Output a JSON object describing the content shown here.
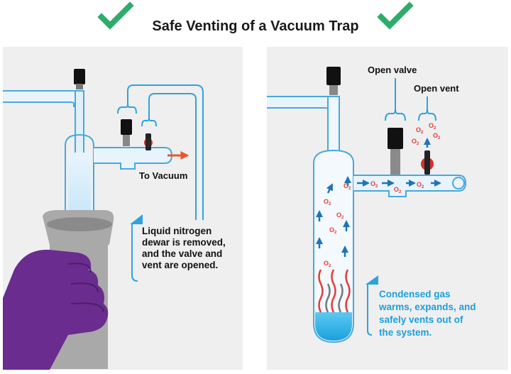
{
  "title": "Safe Venting of a Vacuum Trap",
  "icons": [
    "checkmark-icon",
    "checkmark-icon"
  ],
  "colors": {
    "check_green": "#2dac6a",
    "panel_bg": "#efefef",
    "glass_outline": "#4aa8dc",
    "glass_fill": "#e8f4fc",
    "callout_blue": "#2ea3de",
    "liquid_blue": "#2bb3ee",
    "gas_red": "#e23b3b",
    "arrow_blue": "#1f73b9",
    "arrow_orange": "#e8582b",
    "glove_purple": "#6a2c8f",
    "dewar_gray": "#a9a9a9"
  },
  "left_panel": {
    "to_vacuum_label": "To Vacuum",
    "callout_lines": [
      "Liquid nitrogen",
      "dewar is removed,",
      "and the valve and",
      "vent are opened."
    ]
  },
  "right_panel": {
    "open_valve_label": "Open valve",
    "open_vent_label": "Open vent",
    "callout_lines": [
      "Condensed gas",
      "warms, expands, and",
      "safely vents out of",
      "the system."
    ],
    "gas_label": "O",
    "gas_subscript": "2"
  }
}
